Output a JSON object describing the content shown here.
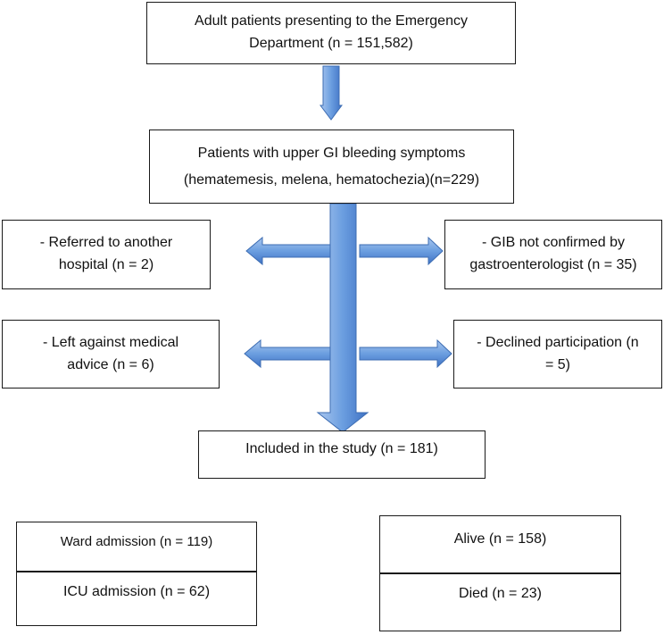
{
  "flowchart": {
    "top_box": {
      "line1": "Adult patients presenting to the Emergency",
      "line2": "Department (n = 151,582)"
    },
    "symptoms_box": {
      "line1": "Patients with upper GI bleeding symptoms",
      "line2": "(hematemesis, melena, hematochezia)(n=229)"
    },
    "exclusions_left": [
      {
        "line1": "- Referred to another",
        "line2": "hospital (n = 2)"
      },
      {
        "line1": "- Left against medical",
        "line2": "advice (n = 6)"
      }
    ],
    "exclusions_right": [
      {
        "line1": "- GIB not confirmed by",
        "line2": "gastroenterologist (n = 35)"
      },
      {
        "line1": "- Declined participation (n",
        "line2": "= 5)"
      }
    ],
    "included_box": {
      "label": "Included in the study (n = 181)"
    },
    "admission_boxes": {
      "ward": "Ward admission (n = 119)",
      "icu": "ICU admission (n = 62)"
    },
    "outcome_boxes": {
      "alive": "Alive (n = 158)",
      "died": "Died (n = 23)"
    }
  },
  "colors": {
    "arrow_fill": "#5b8fd6",
    "arrow_fill_light": "#a9c6ee",
    "arrow_stroke": "#3d6db3",
    "box_border": "#1a1a1a"
  }
}
